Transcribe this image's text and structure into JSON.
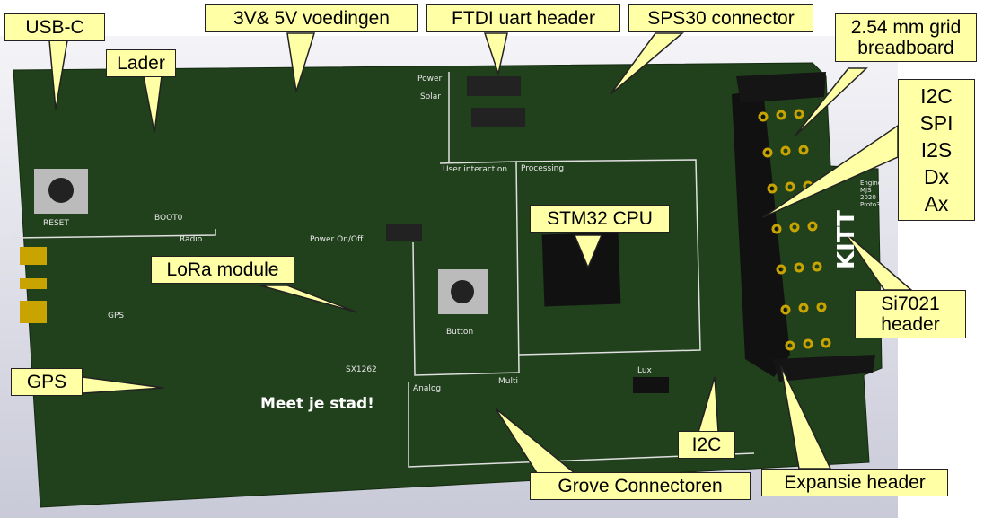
{
  "callouts": {
    "usb_c": "USB-C",
    "lader": "Lader",
    "voedingen": "3V& 5V voedingen",
    "ftdi": "FTDI uart header",
    "sps30": "SPS30 connector",
    "breadboard_1": "2.54 mm grid",
    "breadboard_2": "breadboard",
    "bus_1": "I2C",
    "bus_2": "SPI",
    "bus_3": "I2S",
    "bus_4": "Dx",
    "bus_5": "Ax",
    "si7021_1": "Si7021",
    "si7021_2": "header",
    "expansie": "Expansie header",
    "i2c": "I2C",
    "grove": "Grove Connectoren",
    "gps": "GPS",
    "lora": "LoRa module",
    "stm32": "STM32 CPU"
  },
  "silkscreen": {
    "reset": "RESET",
    "boot0": "BOOT0",
    "radio": "Radio",
    "gps": "GPS",
    "sx1262": "SX1262",
    "meet": "Meet je stad!",
    "user_interaction": "User interaction",
    "processing": "Processing",
    "power": "Power",
    "solar": "Solar",
    "power_onoff": "Power On/Off",
    "button": "Button",
    "analog": "Analog",
    "multi": "Multi",
    "lux": "Lux",
    "kitt": "KITT",
    "kitt_sub": "Engineering MJS 2020 Proto3"
  },
  "colors": {
    "callout": "#ffffa6",
    "pcb": "#1f3d1a",
    "pad": "#c9a400"
  }
}
